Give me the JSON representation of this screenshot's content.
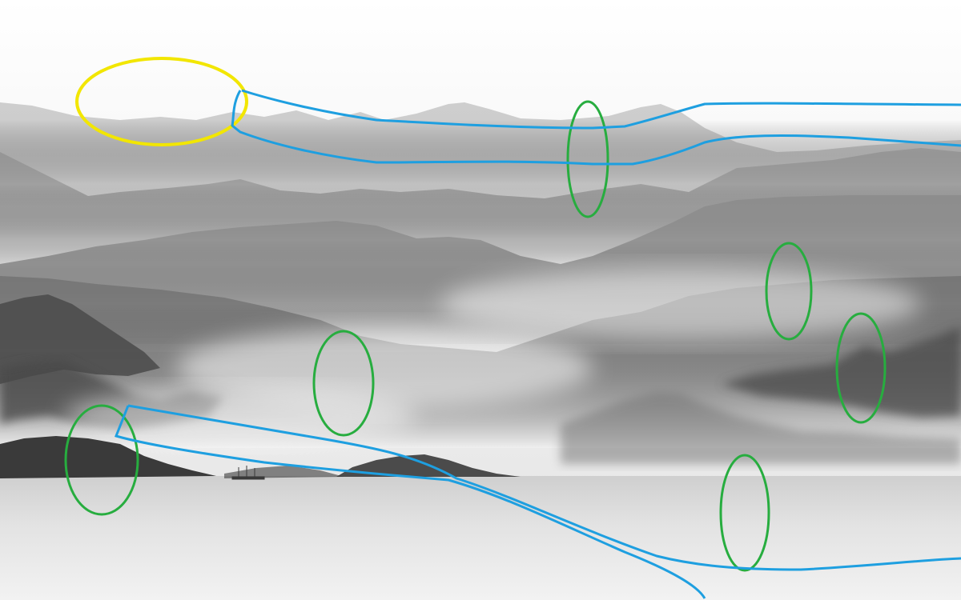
{
  "scene": {
    "subject": "misty-mountain-landscape",
    "palette": {
      "sky": "#f7f7f7",
      "far_range": "#a9a9a9",
      "mid_range": "#8a8a8a",
      "near_range": "#6e6e6e",
      "ridge_dark": "#4a4a4a",
      "island": "#3a3a3a",
      "water": "#d9d9d9",
      "mist": "#ffffff"
    }
  },
  "annotations": {
    "yellow_ellipse_color": "#f2e600",
    "green_ellipse_color": "#27ad3f",
    "blue_path_color": "#1e9fe0",
    "green_ellipse_count": 6,
    "blue_path_count": 2
  }
}
